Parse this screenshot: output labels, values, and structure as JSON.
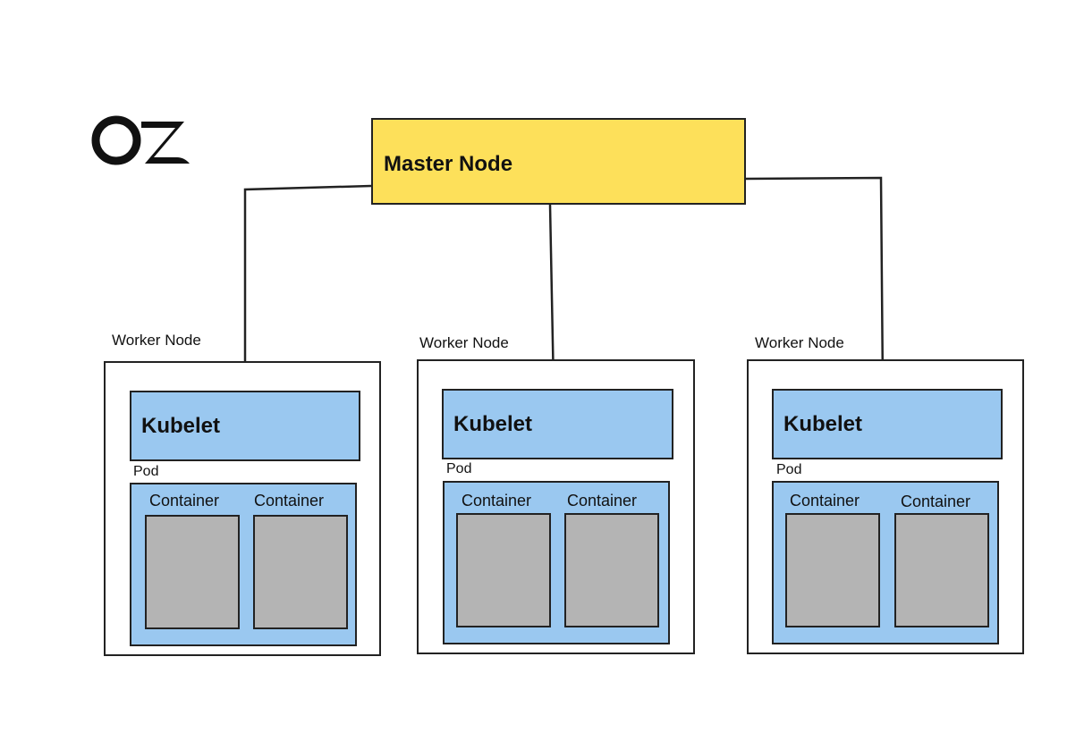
{
  "logo": {
    "text": "OZ",
    "icon": "oz-logo"
  },
  "master": {
    "label": "Master Node",
    "color": "#fde05a"
  },
  "colors": {
    "kubelet": "#9ac8f0",
    "pod": "#9ac8f0",
    "container": "#b4b4b4",
    "stroke": "#222222"
  },
  "workers": [
    {
      "caption": "Worker Node",
      "kubelet": "Kubelet",
      "pod": "Pod",
      "containers": [
        "Container",
        "Container"
      ]
    },
    {
      "caption": "Worker Node",
      "kubelet": "Kubelet",
      "pod": "Pod",
      "containers": [
        "Container",
        "Container"
      ]
    },
    {
      "caption": "Worker Node",
      "kubelet": "Kubelet",
      "pod": "Pod",
      "containers": [
        "Container",
        "Container"
      ]
    }
  ]
}
